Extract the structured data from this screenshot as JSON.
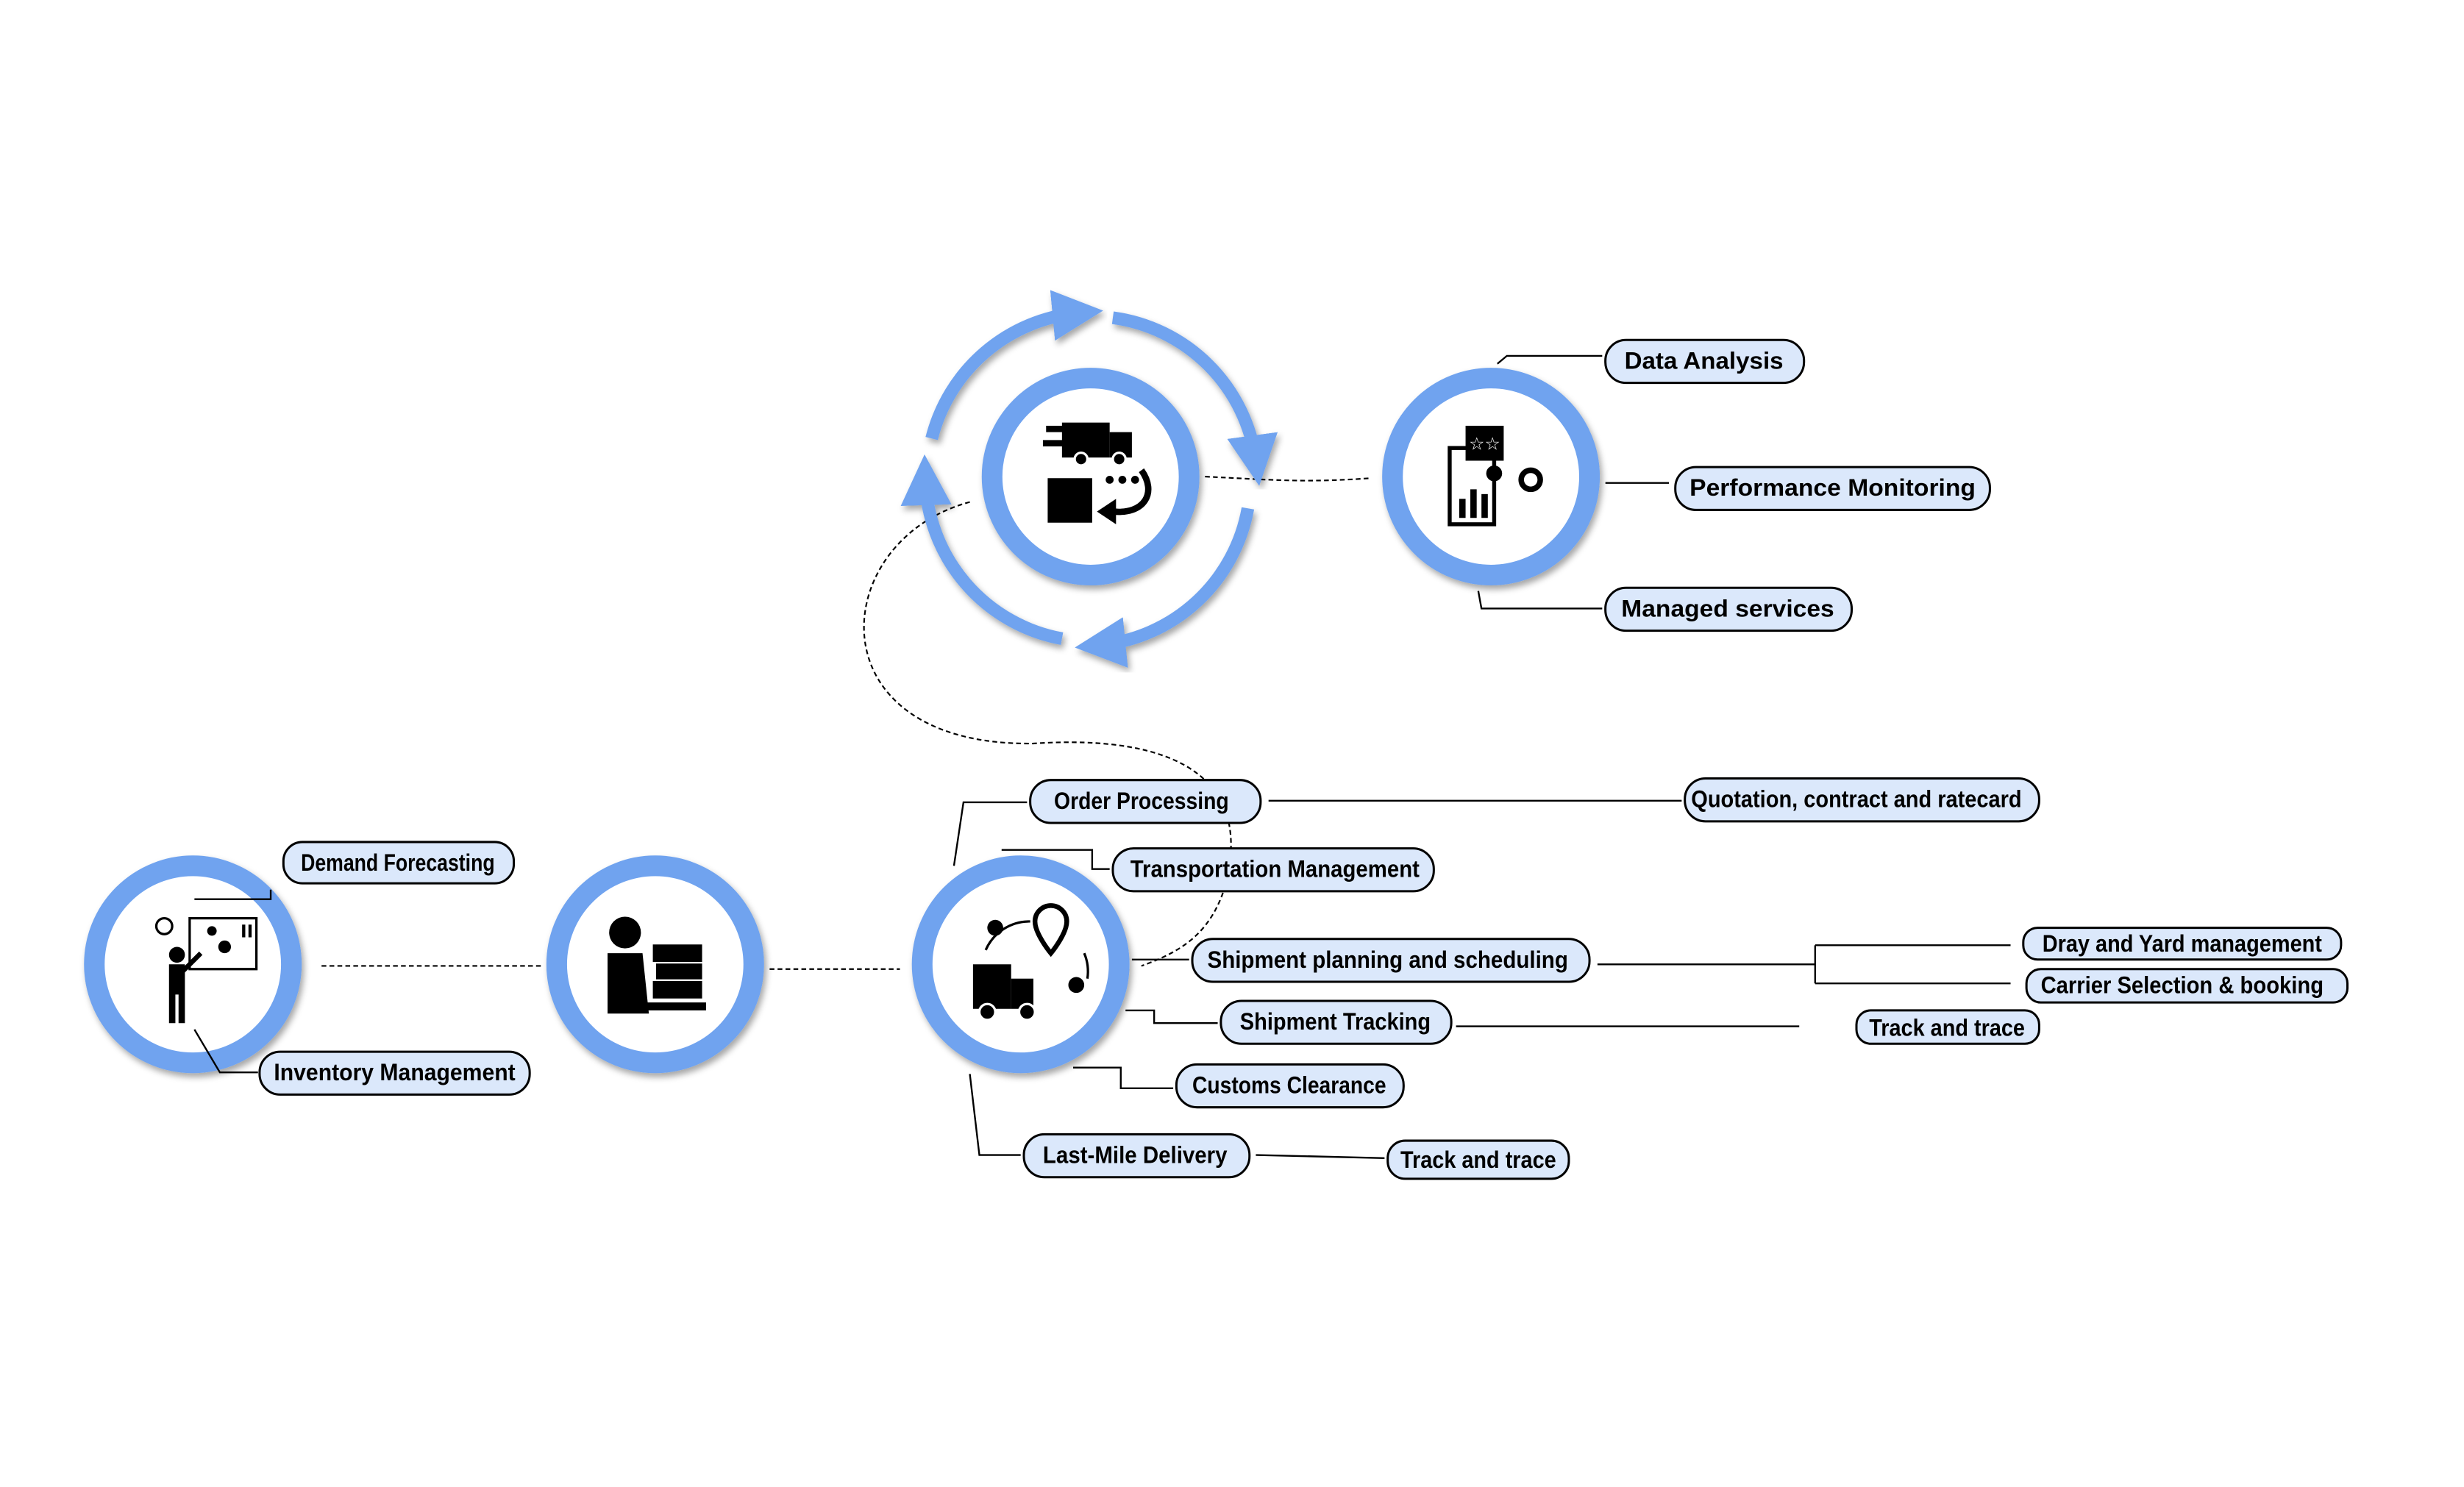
{
  "hub": {
    "icon": "delivery-cycle-icon"
  },
  "analytics": {
    "icon": "report-analytics-icon",
    "items": [
      "Data Analysis",
      "Performance Monitoring",
      "Managed services"
    ]
  },
  "planning": {
    "icon": "presenter-board-icon",
    "items": [
      "Demand Forecasting",
      "Inventory Management"
    ]
  },
  "warehouse": {
    "icon": "worker-boxes-icon"
  },
  "logistics": {
    "icon": "truck-location-icon",
    "items": [
      "Order Processing",
      "Transportation Management",
      "Shipment  planning and scheduling",
      "Shipment Tracking",
      "Customs Clearance",
      "Last-Mile Delivery"
    ],
    "sub": {
      "order": "Quotation, contract and ratecard",
      "planning_1": "Dray and Yard management",
      "planning_2": "Carrier Selection & booking",
      "tracking": "Track and trace",
      "lastmile": "Track and trace"
    }
  },
  "colors": {
    "ring": "#6fa3ef",
    "pill": "#dbe8fb"
  }
}
